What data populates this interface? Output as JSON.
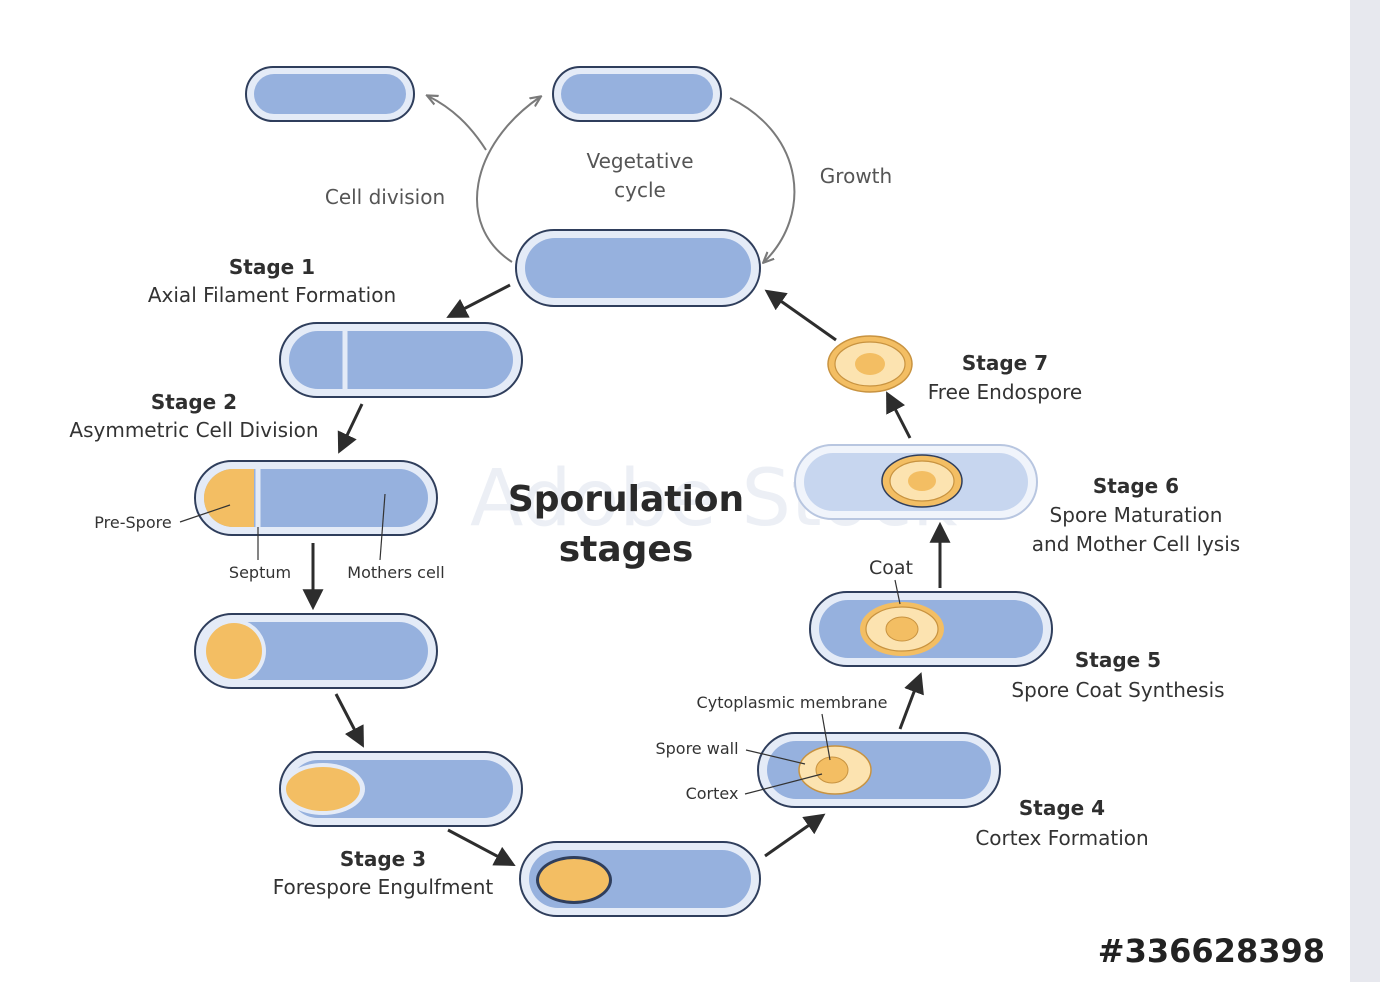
{
  "diagram": {
    "title_line1": "Sporulation",
    "title_line2": "stages",
    "vegetative_line1": "Vegetative",
    "vegetative_line2": "cycle",
    "cell_division": "Cell division",
    "growth": "Growth",
    "stages": [
      {
        "title": "Stage 1",
        "desc": "Axial Filament Formation"
      },
      {
        "title": "Stage 2",
        "desc": "Asymmetric Cell Division"
      },
      {
        "title": "Stage 3",
        "desc": "Forespore Engulfment"
      },
      {
        "title": "Stage 4",
        "desc": "Cortex Formation"
      },
      {
        "title": "Stage 5",
        "desc": "Spore Coat Synthesis"
      },
      {
        "title": "Stage 6",
        "desc_line1": "Spore Maturation",
        "desc_line2": "and Mother Cell lysis"
      },
      {
        "title": "Stage 7",
        "desc": "Free Endospore"
      }
    ],
    "labels": {
      "pre_spore": "Pre-Spore",
      "septum": "Septum",
      "mothers_cell": "Mothers cell",
      "coat": "Coat",
      "cytoplasmic_membrane": "Cytoplasmic membrane",
      "spore_wall": "Spore wall",
      "cortex": "Cortex"
    }
  },
  "watermark": "Adobe Stock",
  "stock_id": "#336628398",
  "colors": {
    "cell_fill": "#96b1de",
    "cell_outline": "#2f3e5c",
    "spore_fill": "#f3be63",
    "spore_light": "#fce3b0",
    "arrow": "#2d2d2d",
    "cycle_arrow": "#7a7a7a"
  }
}
